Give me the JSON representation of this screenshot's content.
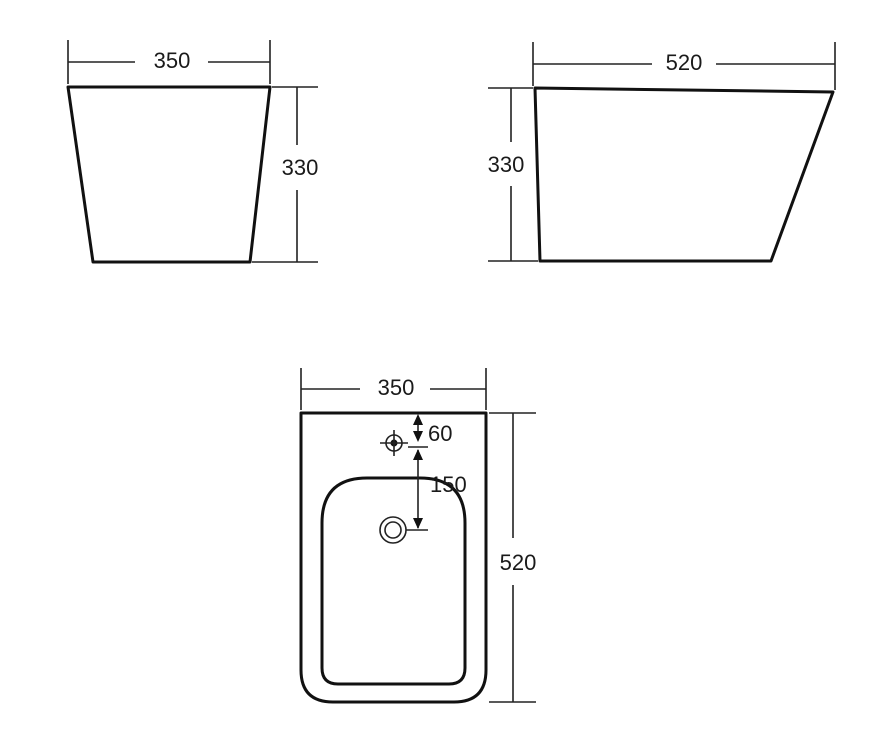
{
  "front_view": {
    "width_label": "350",
    "height_label": "330"
  },
  "side_view": {
    "length_label": "520",
    "height_label": "330"
  },
  "top_view": {
    "width_label": "350",
    "length_label": "520",
    "tap_offset_label": "60",
    "drain_offset_label": "150"
  },
  "colors": {
    "line": "#111111",
    "background": "#ffffff"
  }
}
